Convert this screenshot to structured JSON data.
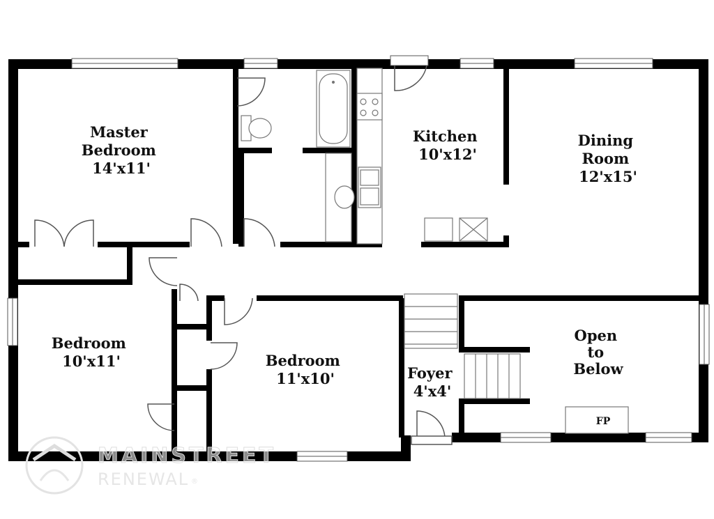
{
  "plan": {
    "rooms": [
      {
        "id": "master-bedroom",
        "lines": [
          "Master",
          "Bedroom",
          "14'x11'"
        ]
      },
      {
        "id": "kitchen",
        "lines": [
          "Kitchen",
          "10'x12'"
        ]
      },
      {
        "id": "dining-room",
        "lines": [
          "Dining",
          "Room",
          "12'x15'"
        ]
      },
      {
        "id": "bedroom-left",
        "lines": [
          "Bedroom",
          "10'x11'"
        ]
      },
      {
        "id": "bedroom-center",
        "lines": [
          "Bedroom",
          "11'x10'"
        ]
      },
      {
        "id": "foyer",
        "lines": [
          "Foyer",
          "4'x4'"
        ]
      },
      {
        "id": "open-to-below",
        "lines": [
          "Open",
          "to",
          "Below"
        ]
      }
    ],
    "fireplace_label": "FP"
  },
  "watermark": {
    "brand": "MAINSTREET",
    "tagline": "RENEWAL"
  },
  "colors": {
    "wall": "#000000",
    "fixture": "#777777",
    "background": "#ffffff"
  }
}
